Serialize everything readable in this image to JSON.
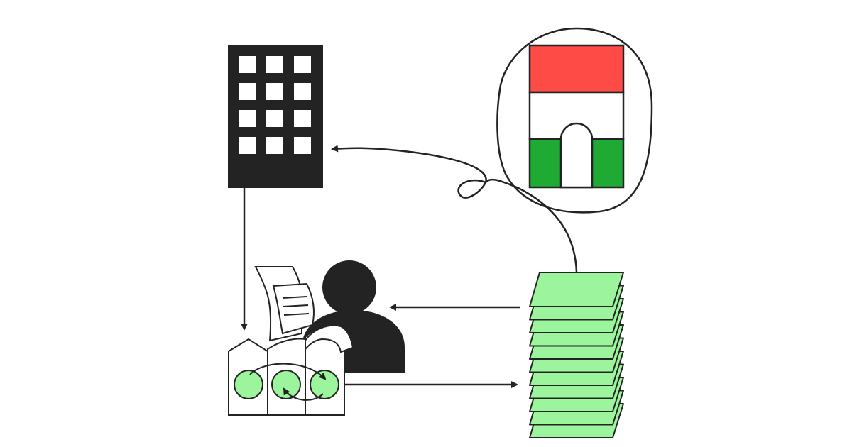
{
  "colors": {
    "ink": "#232323",
    "paper": "#ffffff",
    "flag_red": "#ff4b45",
    "flag_white": "#ffffff",
    "flag_green": "#1faa34",
    "money_green": "#9cf59c",
    "node_green": "#9cf59c"
  },
  "nodes": {
    "building": {
      "icon": "office-building-icon"
    },
    "flag": {
      "icon": "hungary-flag-with-arch-icon"
    },
    "person": {
      "icon": "person-silhouette-icon"
    },
    "money_stack": {
      "icon": "banknote-stack-icon"
    },
    "payroll_docs": {
      "icon": "document-folders-with-cycle-icon"
    }
  },
  "edges": [
    {
      "from": "flag",
      "to": "building",
      "style": "looped-curve"
    },
    {
      "from": "building",
      "to": "payroll_docs",
      "style": "straight"
    },
    {
      "from": "payroll_docs",
      "to": "money_stack",
      "style": "straight"
    },
    {
      "from": "money_stack",
      "to": "person",
      "style": "straight"
    }
  ]
}
